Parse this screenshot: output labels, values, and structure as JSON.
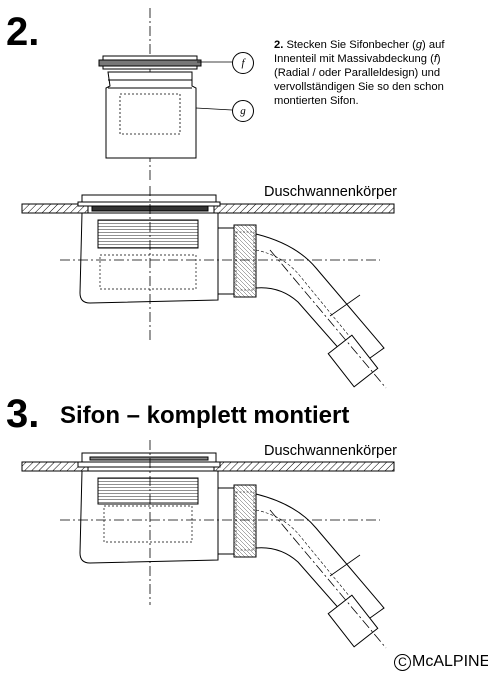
{
  "step2": {
    "number": "2.",
    "instruction_number": "2.",
    "instruction_parts": [
      " Stecken Sie Sifonbecher (",
      "g",
      ") auf Innenteil mit Massivabdeckung (",
      "f",
      ") (Radial / oder Paralleldesign) und vervollständigen Sie so den schon montierten Sifon."
    ],
    "callout_f": "f",
    "callout_g": "g",
    "surface_label": "Duschwannenkörper"
  },
  "step3": {
    "number": "3.",
    "title": "Sifon – komplett montiert",
    "surface_label": "Duschwannenkörper"
  },
  "brand": {
    "symbol": "C",
    "name": "McALPINE"
  }
}
